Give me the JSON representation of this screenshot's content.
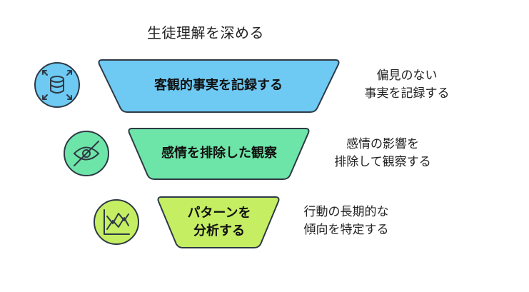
{
  "title": "生徒理解を深める",
  "levels": [
    {
      "label": "客観的事実を記録する",
      "description_lines": [
        "偏見のない",
        "事実を記録する"
      ],
      "icon": "database-expand-icon",
      "color": "#6ec9f3"
    },
    {
      "label": "感情を排除した観察",
      "description_lines": [
        "感情の影響を",
        "排除して観察する"
      ],
      "icon": "eye-slash-icon",
      "color": "#6ee5a8"
    },
    {
      "label_lines": [
        "パターンを",
        "分析する"
      ],
      "description_lines": [
        "行動の長期的な",
        "傾向を特定する"
      ],
      "icon": "line-chart-icon",
      "color": "#c5ee63"
    }
  ]
}
